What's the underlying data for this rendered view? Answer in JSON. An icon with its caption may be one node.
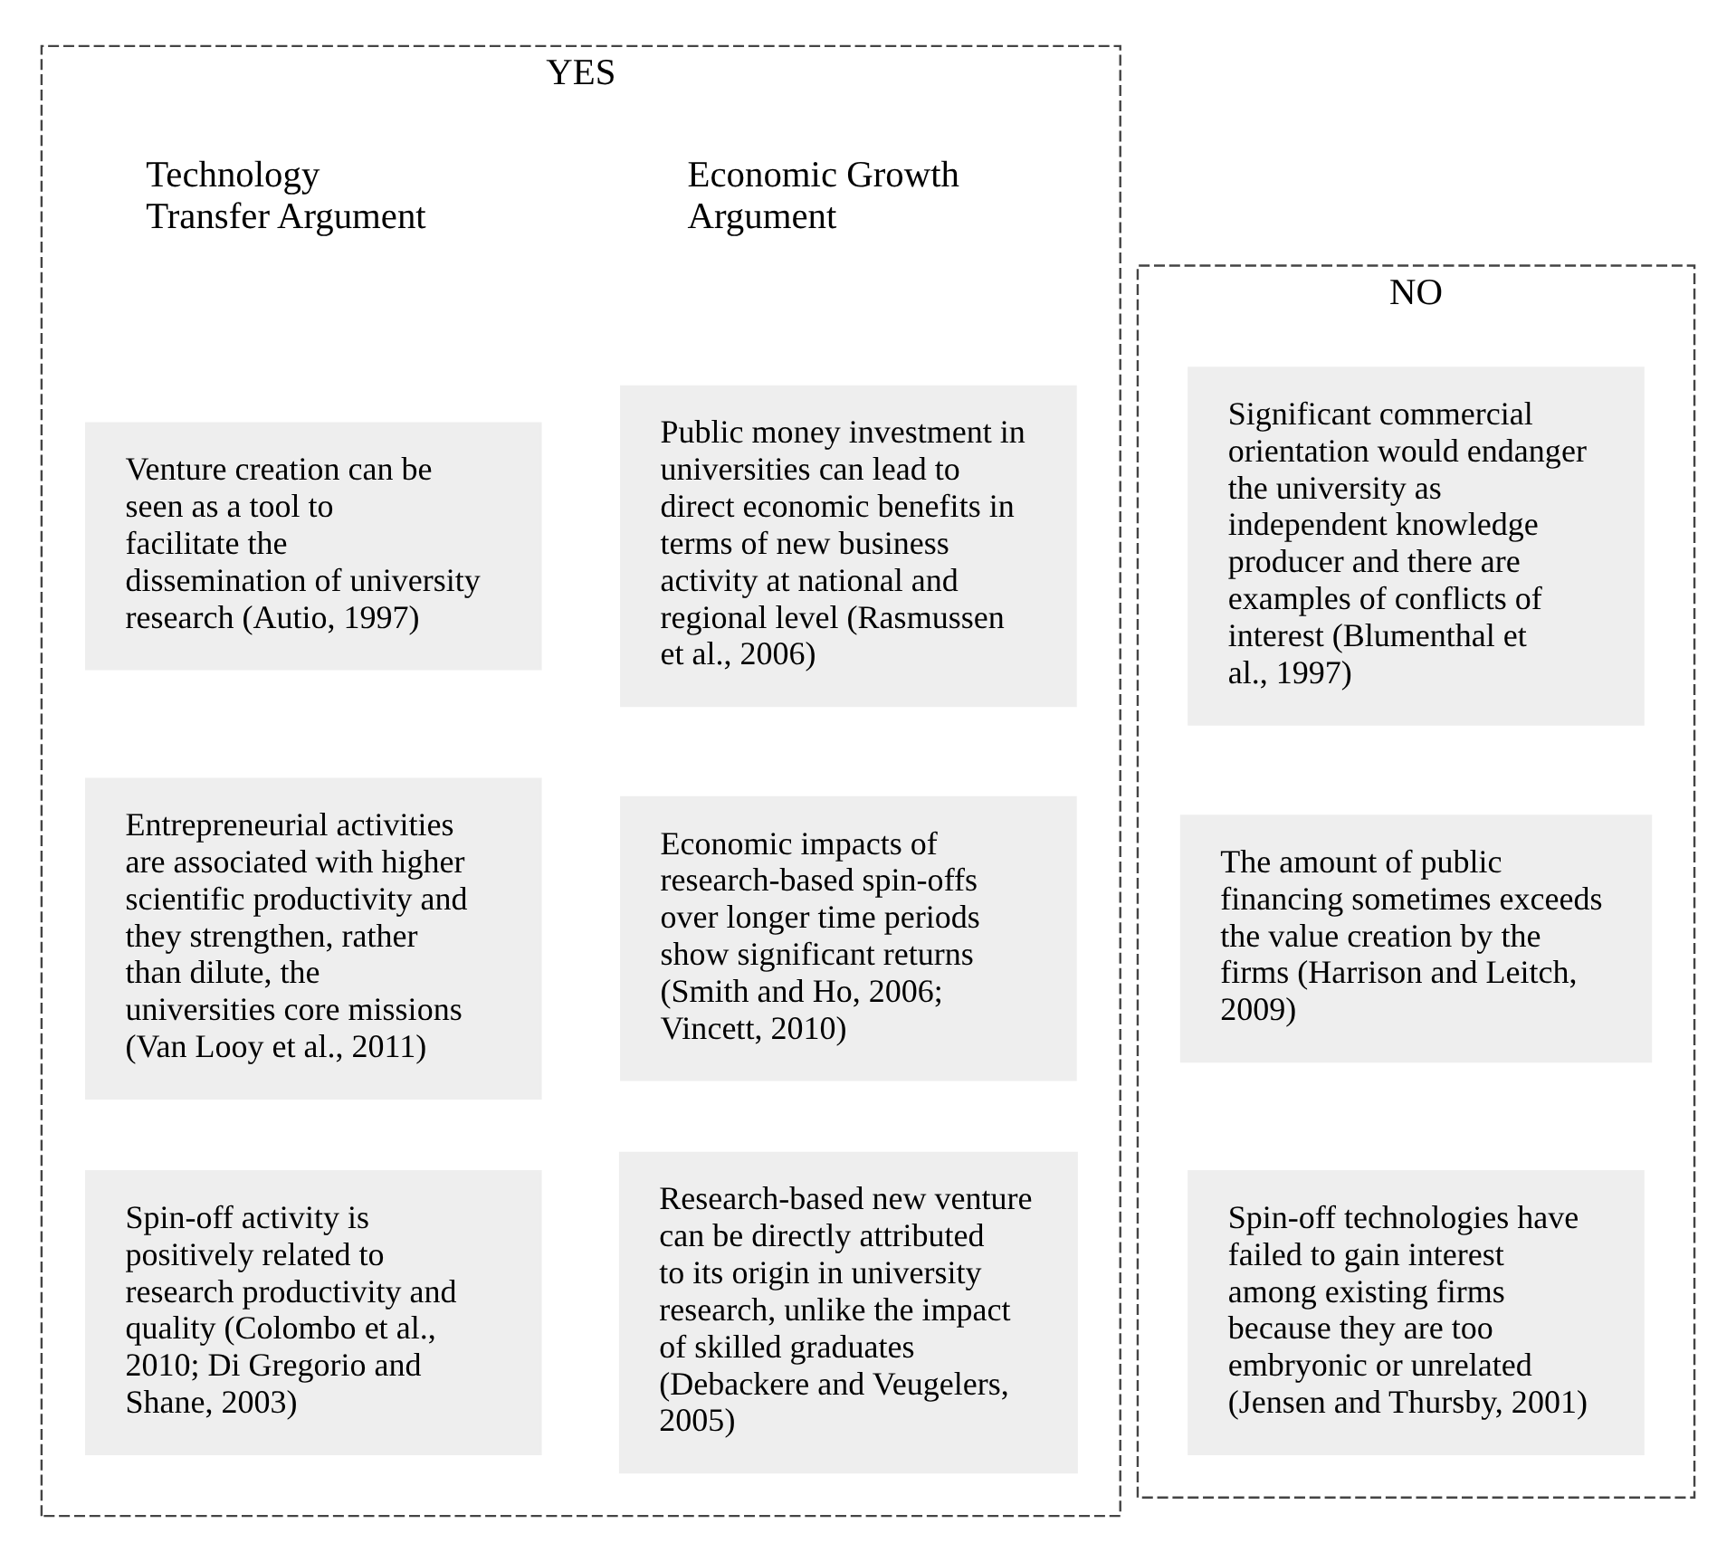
{
  "diagram": {
    "nodes": [
      {
        "text": [
          "YES"
        ]
      },
      {
        "text": [
          "Public money investment in universities can lead to direct economic benefits in terms of new business activity at national and regional level (Rasmussen et al., 2006)"
        ],
        "in": 0
      },
      {
        "text": [
          "Economic impacts of research-based spin-offs over longer time periods show significant returns (Smith and Ho, 2006; Vincett, 2010)"
        ],
        "in": 0
      },
      {
        "text": [
          "Research-based new venture can be directly attributed to its origin in university research, unlike the impact of skilled graduates (Debackere and Veugelers, 2005)"
        ],
        "in": 0
      },
      {
        "text": [
          "Venture creation can be seen as a tool to facilitate the dissemination of university research (Autio, 1997)"
        ],
        "in": 0
      },
      {
        "text": [
          "Entrepreneurial activities are associated with higher scientific productivity and they strengthen, rather than dilute, the universities core missions (Van Looy et al., 2011)"
        ],
        "in": 0
      },
      {
        "text": [
          "Spin-off activity is positively related to research productivity and quality (Colombo et al., 2010; Di Gregorio and Shane, 2003)"
        ],
        "in": 0
      },
      {
        "text": [
          "NO"
        ]
      },
      {
        "text": [
          "Significant commercial orientation would endanger the university as independent knowledge producer and there are examples of conflicts of interest (Blumenthal et al., 1997)"
        ],
        "in": 7
      },
      {
        "text": [
          "The amount of public financing sometimes exceeds the value creation by the firms (Harrison and Leitch, 2009)"
        ],
        "in": 7
      },
      {
        "text": [
          "Spin-off technologies have failed to gain interest among existing firms because they are too embryonic or unrelated (Jensen and Thursby, 2001)"
        ],
        "in": 7
      }
    ],
    "edges": [],
    "labels": [
      "Economic Growth Argument",
      "Technology Transfer Argument"
    ]
  }
}
